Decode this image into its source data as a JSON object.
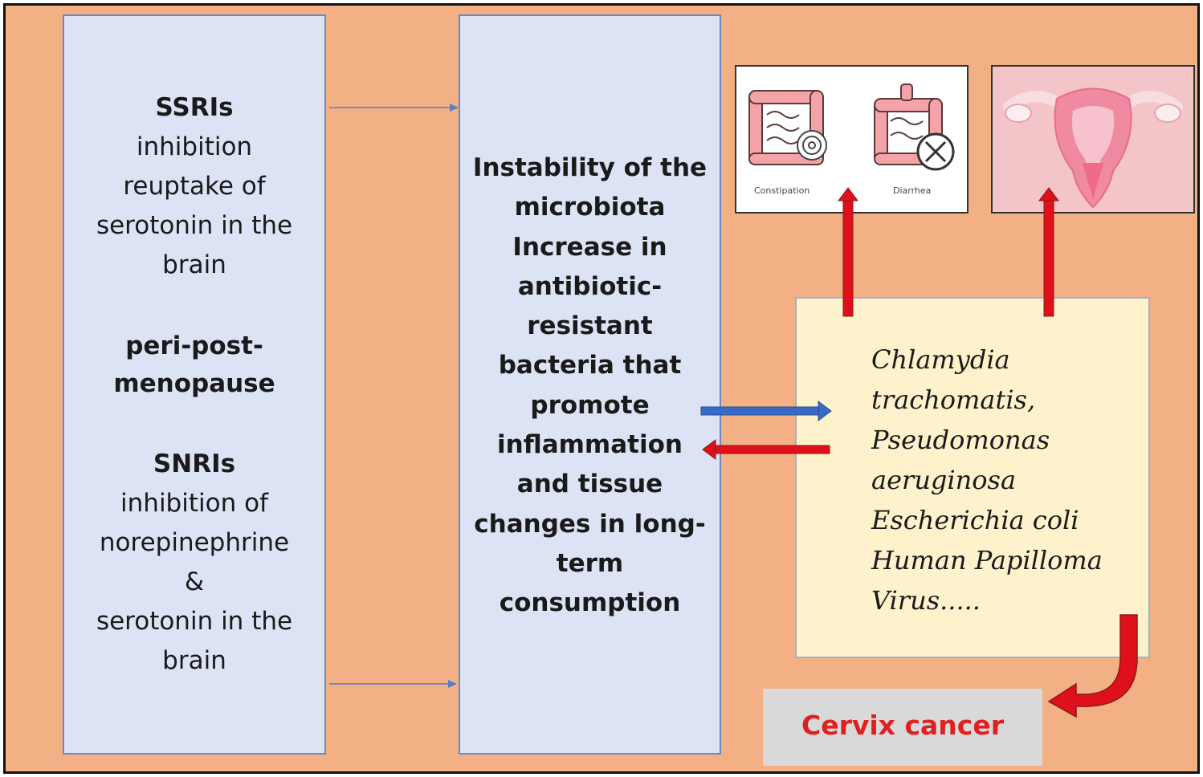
{
  "left_box": {
    "ssri_title": "SSRIs",
    "ssri_lines": [
      "inhibition",
      "reuptake of",
      "serotonin in the",
      "brain"
    ],
    "peri_lines": [
      "peri-post-",
      "menopause"
    ],
    "snri_title": "SNRIs",
    "snri_lines": [
      "inhibition of",
      "norepinephrine",
      "&",
      "serotonin in the",
      "brain"
    ]
  },
  "middle_box": {
    "lines": [
      "Instability of the",
      "microbiota",
      "Increase in",
      "antibiotic-",
      "resistant",
      "bacteria that",
      "promote",
      "inflammation",
      "and tissue",
      "changes in long-",
      "term",
      "consumption"
    ]
  },
  "bacteria_box": {
    "lines": [
      "Chlamydia",
      "trachomatis,",
      "Pseudomonas",
      "aeruginosa",
      "Escherichia coli",
      "Human Papilloma",
      "Virus....."
    ]
  },
  "gut_panel": {
    "left_caption": "Constipation",
    "right_caption": "Diarrhea"
  },
  "outcome": {
    "label": "Cervix cancer"
  },
  "colors": {
    "background": "#f2b084",
    "box_fill": "#dbe3f4",
    "bacteria_fill": "#fef2cc",
    "arrow_red": "#e0101a",
    "arrow_blue": "#3a6bc4",
    "cancer_text": "#e02020"
  }
}
